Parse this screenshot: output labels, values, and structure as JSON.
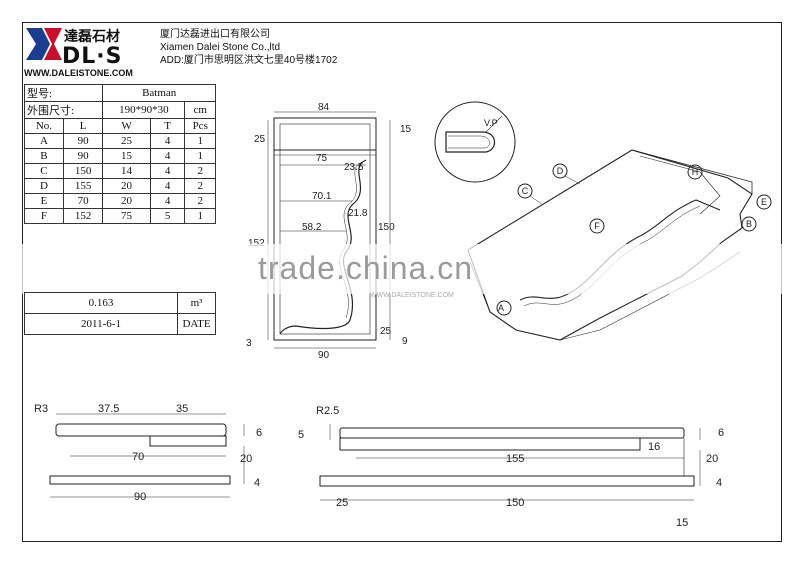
{
  "header": {
    "logo_cn": "達磊石材",
    "logo_mark": "DL·S",
    "logo_url": "WWW.DALEISTONE.COM",
    "company_cn": "厦门达磊进出口有限公司",
    "company_en": "Xiamen Dalei Stone Co.,ltd",
    "address": "ADD:厦门市思明区洪文七里40号楼1702"
  },
  "spec": {
    "model_label": "型号:",
    "model_value": "Batman",
    "size_label": "外围尺寸:",
    "size_value": "190*90*30",
    "size_unit": "cm",
    "columns": [
      "No.",
      "L",
      "W",
      "T",
      "Pcs"
    ],
    "rows": [
      [
        "A",
        "90",
        "25",
        "4",
        "1"
      ],
      [
        "B",
        "90",
        "15",
        "4",
        "1"
      ],
      [
        "C",
        "150",
        "14",
        "4",
        "2"
      ],
      [
        "D",
        "155",
        "20",
        "4",
        "2"
      ],
      [
        "E",
        "70",
        "20",
        "4",
        "2"
      ],
      [
        "F",
        "152",
        "75",
        "5",
        "1"
      ]
    ],
    "volume_value": "0.163",
    "volume_unit": "m³",
    "date_value": "2011-6-1",
    "date_label": "DATE"
  },
  "watermark": {
    "text": "trade.china.cn",
    "small": "WWW.DALEISTONE.COM"
  },
  "plan_dims": {
    "top_width": "84",
    "left_top": "25",
    "right_top": "15",
    "inner_75": "75",
    "inner_235": "23.5",
    "inner_701": "70.1",
    "inner_582": "58.2",
    "inner_218": "21.8",
    "right_height": "150",
    "left_height": "152",
    "bottom_25": "25",
    "bottom_3": "3",
    "bottom_9": "9",
    "bottom_width": "90"
  },
  "iso_labels": [
    "A",
    "B",
    "C",
    "D",
    "E",
    "F",
    "H"
  ],
  "detail_label": "V.P",
  "left_section": {
    "r3": "R3",
    "d375": "37.5",
    "d35": "35",
    "d6": "6",
    "d70": "70",
    "d20": "20",
    "d90": "90",
    "d4": "4"
  },
  "right_section": {
    "r25": "R2.5",
    "d5": "5",
    "d6": "6",
    "d16": "16",
    "d155": "155",
    "d20": "20",
    "d4": "4",
    "d25": "25",
    "d150": "150",
    "d15": "15"
  }
}
